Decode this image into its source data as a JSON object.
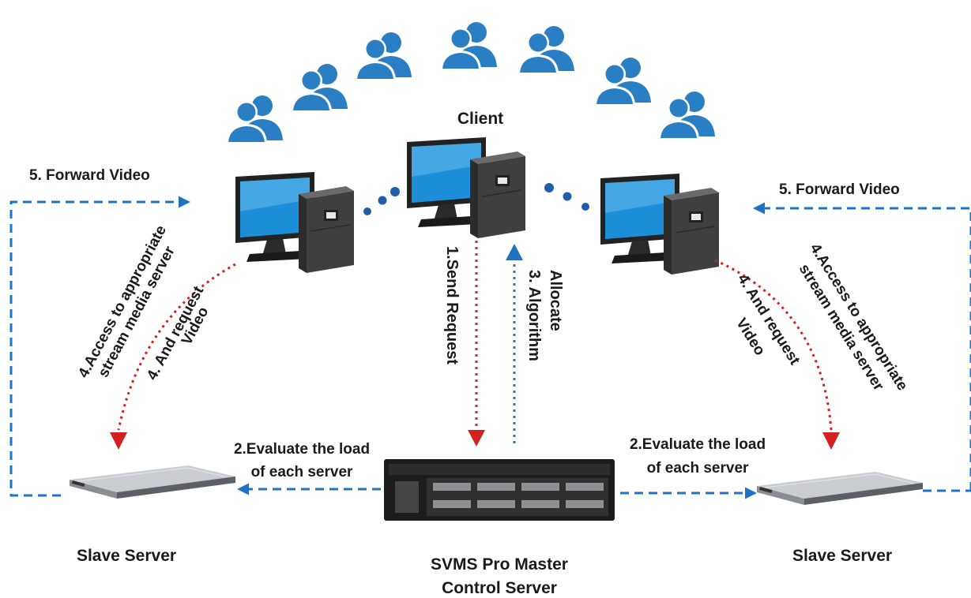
{
  "title": "Client",
  "flow_labels": {
    "forward_video_left": "5. Forward Video",
    "forward_video_right": "5. Forward Video",
    "send_request": "1.Send Request",
    "algorithm": "3. Algorithm",
    "allocate": "Allocate",
    "evaluate_left_1": "2.Evaluate the load",
    "evaluate_left_2": "of each server",
    "evaluate_right_1": "2.Evaluate the load",
    "evaluate_right_2": "of each server",
    "access_left_1": "4.Access to appropriate",
    "access_left_2": "stream media server",
    "request_left_1": "4. And request",
    "request_left_2": "Video",
    "access_right_1": "4.Access to appropriate",
    "access_right_2": "stream media server",
    "request_right_1": "4. And request",
    "request_right_2": "Video"
  },
  "servers": {
    "slave_left": "Slave Server",
    "slave_right": "Slave Server",
    "master_1": "SVMS Pro Master",
    "master_2": "Control Server"
  },
  "icons": {
    "user": "user-group-icon",
    "computer": "desktop-computer-icon",
    "rack": "rack-server-icon"
  },
  "colors": {
    "blue": "#1f73c0",
    "user_blue": "#2a7fc4",
    "red": "#d42020",
    "screen": "#1d8fd8",
    "tower": "#3a3a3a"
  }
}
